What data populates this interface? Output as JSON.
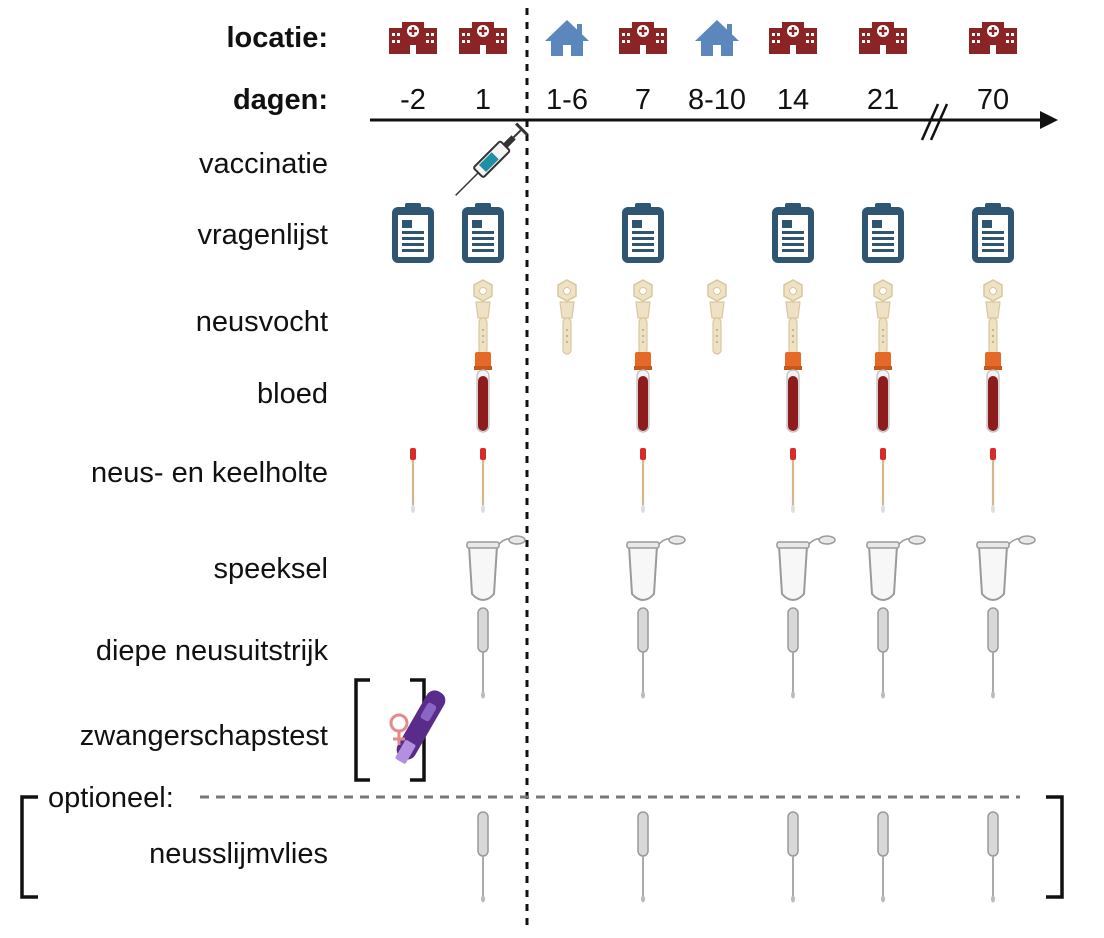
{
  "header": {
    "location_label": "locatie:",
    "days_label": "dagen:"
  },
  "timepoints": [
    {
      "day": "-2",
      "location": "hospital"
    },
    {
      "day": "1",
      "location": "hospital"
    },
    {
      "day": "1-6",
      "location": "home"
    },
    {
      "day": "7",
      "location": "hospital"
    },
    {
      "day": "8-10",
      "location": "home"
    },
    {
      "day": "14",
      "location": "hospital"
    },
    {
      "day": "21",
      "location": "hospital"
    },
    {
      "day": "70",
      "location": "hospital"
    }
  ],
  "rows": [
    {
      "label": "vaccinatie",
      "icon": "syringe-icon",
      "at": [
        "1"
      ]
    },
    {
      "label": "vragenlijst",
      "icon": "clipboard-icon",
      "at": [
        "-2",
        "1",
        "7",
        "14",
        "21",
        "70"
      ]
    },
    {
      "label": "neusvocht",
      "icon": "nasal-sampler-icon",
      "at": [
        "1",
        "1-6",
        "7",
        "8-10",
        "14",
        "21",
        "70"
      ]
    },
    {
      "label": "bloed",
      "icon": "blood-tube-icon",
      "at": [
        "1",
        "7",
        "14",
        "21",
        "70"
      ]
    },
    {
      "label": "neus- en keelholte",
      "icon": "swab-icon",
      "at": [
        "-2",
        "1",
        "7",
        "14",
        "21",
        "70"
      ]
    },
    {
      "label": "speeksel",
      "icon": "saliva-tube-icon",
      "at": [
        "1",
        "7",
        "14",
        "21",
        "70"
      ]
    },
    {
      "label": "diepe neusuitstrijk",
      "icon": "deep-nasal-swab-icon",
      "at": [
        "1",
        "7",
        "14",
        "21",
        "70"
      ]
    },
    {
      "label": "zwangerschapstest",
      "icon": "pregnancy-test-icon",
      "at": [
        "-2"
      ]
    }
  ],
  "optional": {
    "label": "optioneel:",
    "rows": [
      {
        "label": "neusslijmvlies",
        "icon": "mucosa-sampler-icon",
        "at": [
          "1",
          "7",
          "14",
          "21",
          "70"
        ]
      }
    ]
  },
  "colors": {
    "hospital": "#8b2424",
    "home": "#5b87bd",
    "clipboard": "#2e5673",
    "nasal_sampler": "#efe2c4",
    "blood": "#8f1c1c",
    "cap": "#e56a27",
    "swab_tip": "#d82b2b",
    "pregnancy_test": "#5a2c8a",
    "female_symbol": "#e38a8a",
    "tube": "#9a9a9a"
  }
}
